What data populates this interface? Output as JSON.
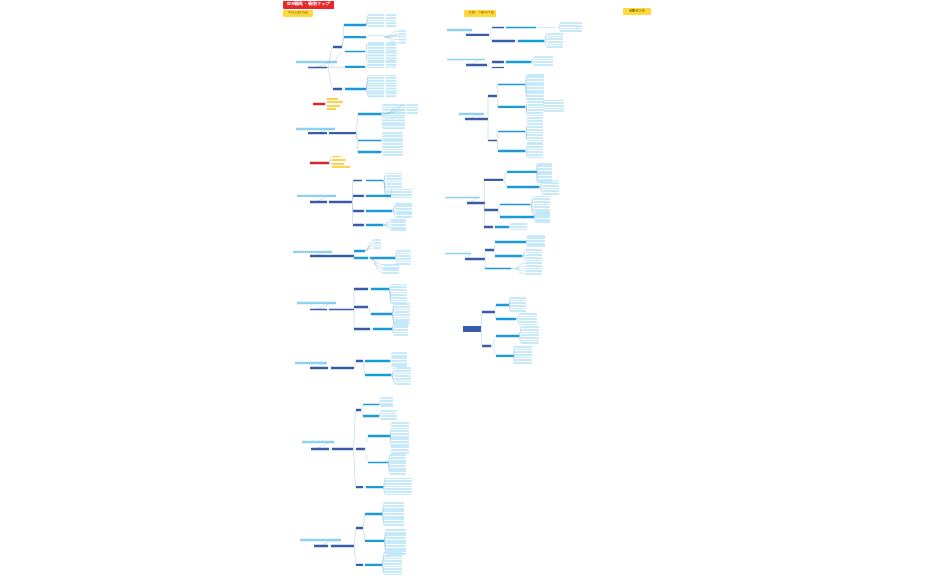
{
  "title": "DX戦略・戦術マップ",
  "section_tags": {
    "left": "BIの分析不足",
    "middle": "経営・IT部のIT化",
    "right": "部署化方法"
  },
  "colors": {
    "title": "#e8262b",
    "section_tag": "#ffd83d",
    "root_node": "#8fd2f0",
    "branch_node": "#3a5ca8",
    "mid_node": "#1a9ad9",
    "leaf_node": "#bfe7f9",
    "accent_node": "#d62828",
    "accent_leaf": "#ffcc33",
    "edge": "#7fb6dd"
  }
}
